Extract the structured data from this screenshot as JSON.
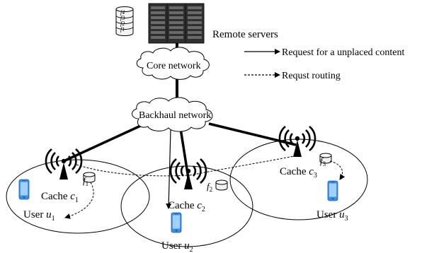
{
  "labels": {
    "remote_servers": "Remote servers",
    "core_network": "Core network",
    "backhaul_network": "Backhaul network"
  },
  "legend": {
    "solid": "Request for a unplaced content",
    "dashed": "Requst routing"
  },
  "content_stack": [
    "f4",
    "f3",
    "f2",
    "f1"
  ],
  "cells": [
    {
      "cache_prefix": "Cache ",
      "cache_var": "c",
      "cache_sub": "1",
      "user_prefix": "User ",
      "user_var": "u",
      "user_sub": "1",
      "file_var": "f",
      "file_sub": "1"
    },
    {
      "cache_prefix": "Cache ",
      "cache_var": "c",
      "cache_sub": "2",
      "user_prefix": "User ",
      "user_var": "u",
      "user_sub": "2",
      "file_var": "f",
      "file_sub": "2"
    },
    {
      "cache_prefix": "Cache ",
      "cache_var": "c",
      "cache_sub": "3",
      "user_prefix": "User ",
      "user_var": "u",
      "user_sub": "3",
      "file_var": "f",
      "file_sub": "3"
    }
  ],
  "colors": {
    "phone": "#3a8ee6",
    "server": "#2b2b2b",
    "line": "#000000"
  }
}
